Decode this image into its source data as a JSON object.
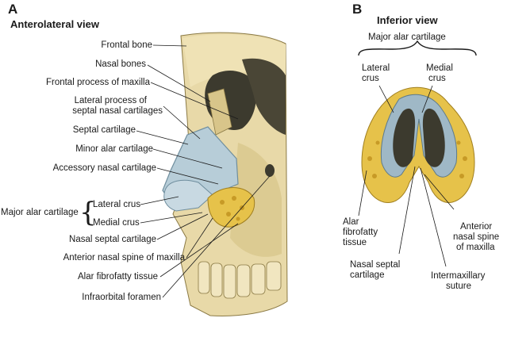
{
  "panel_a": {
    "letter": "A",
    "title": "Anterolateral view",
    "labels": {
      "frontal_bone": "Frontal bone",
      "nasal_bones": "Nasal bones",
      "frontal_process": "Frontal process of maxilla",
      "lateral_process_1": "Lateral process of",
      "lateral_process_2": "septal nasal cartilages",
      "septal_cartilage": "Septal cartilage",
      "minor_alar": "Minor alar cartilage",
      "accessory_nasal": "Accessory nasal cartilage",
      "major_alar": "Major alar cartilage",
      "lateral_crus": "Lateral crus",
      "medial_crus": "Medial crus",
      "nasal_septal": "Nasal septal cartilage",
      "anterior_spine": "Anterior nasal spine of maxilla",
      "alar_fibrofatty": "Alar fibrofatty tissue",
      "infraorbital": "Infraorbital foramen"
    }
  },
  "panel_b": {
    "letter": "B",
    "title": "Inferior view",
    "labels": {
      "major_alar": "Major alar cartilage",
      "lateral_crus_1": "Lateral",
      "lateral_crus_2": "crus",
      "medial_crus_1": "Medial",
      "medial_crus_2": "crus",
      "alar_1": "Alar",
      "alar_2": "fibrofatty",
      "alar_3": "tissue",
      "anterior_1": "Anterior",
      "anterior_2": "nasal spine",
      "anterior_3": "of maxilla",
      "nasal_septal_1": "Nasal septal",
      "nasal_septal_2": "cartilage",
      "intermax_1": "Intermaxillary",
      "intermax_2": "suture"
    }
  },
  "colors": {
    "bone": "#e8d9a8",
    "bone_shadow": "#b9a66c",
    "cartilage": "#b7cdd8",
    "cartilage_dark": "#6f8e9e",
    "fat": "#e6c24a",
    "dark_cavity": "#3c3a2e"
  }
}
